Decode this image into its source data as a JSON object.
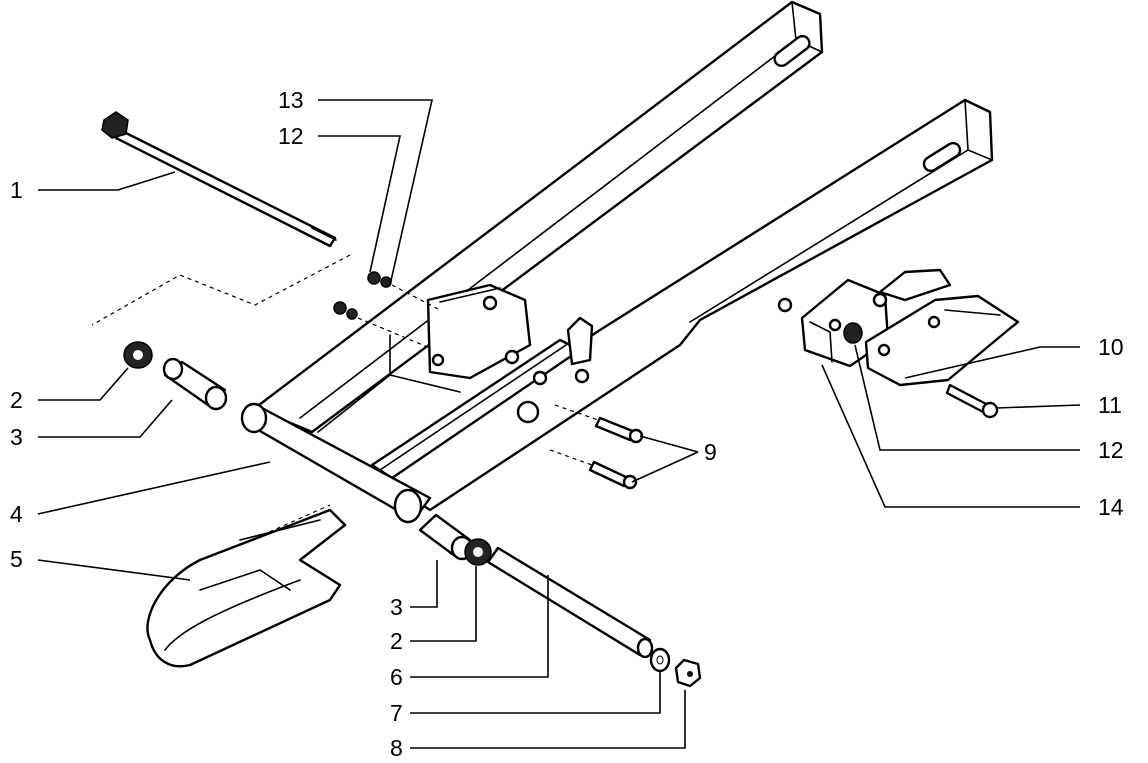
{
  "callouts": {
    "c1": "1",
    "c2a": "2",
    "c3a": "3",
    "c4": "4",
    "c5": "5",
    "c3b": "3",
    "c2b": "2",
    "c6": "6",
    "c7": "7",
    "c8": "8",
    "c9": "9",
    "c10": "10",
    "c11": "11",
    "c12a": "12",
    "c12b": "12",
    "c13": "13",
    "c14": "14"
  }
}
